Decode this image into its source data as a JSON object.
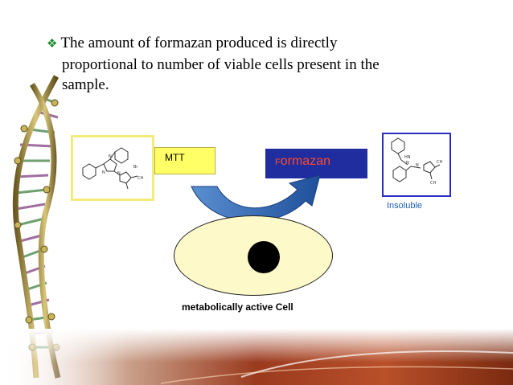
{
  "slide": {
    "bullet_line1": "The amount of formazan produced is directly",
    "bullet_line2": "proportional to  number of viable cells present in the",
    "bullet_line3": "sample.",
    "bullet_glyph": "❖"
  },
  "diagram": {
    "mtt_label": "MTT",
    "formazan_first": "F",
    "formazan_rest": "ormazan",
    "insoluble_label": "Insoluble",
    "cell_label": "metabolically active Cell"
  },
  "colors": {
    "bullet_glyph": "#1a8c2e",
    "mtt_box": "#ffff66",
    "formazan_box": "#1f2d9e",
    "formazan_text": "#ff4a2a",
    "insoluble_text": "#1f5fb3",
    "arrow": "#1f5fb3",
    "cell_fill": "#fdf9c8"
  }
}
